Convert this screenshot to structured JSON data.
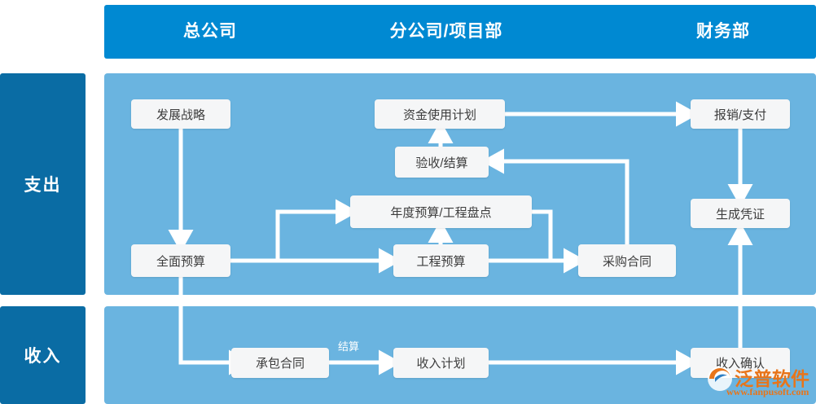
{
  "header": {
    "columns": [
      {
        "label": "总公司"
      },
      {
        "label": "分公司/项目部"
      },
      {
        "label": "财务部"
      }
    ]
  },
  "sidebar": {
    "sections": [
      {
        "label": "支出"
      },
      {
        "label": "收入"
      }
    ]
  },
  "flow": {
    "expense_nodes": [
      {
        "label": "发展战略"
      },
      {
        "label": "资金使用计划"
      },
      {
        "label": "报销/支付"
      },
      {
        "label": "验收/结算"
      },
      {
        "label": "年度预算/工程盘点"
      },
      {
        "label": "生成凭证"
      },
      {
        "label": "全面预算"
      },
      {
        "label": "工程预算"
      },
      {
        "label": "采购合同"
      }
    ],
    "income_nodes": [
      {
        "label": "承包合同"
      },
      {
        "label": "收入计划"
      },
      {
        "label": "收入确认"
      }
    ],
    "edge_labels": [
      {
        "label": "结算"
      }
    ]
  },
  "watermark": {
    "brand": "泛普软件",
    "url": "www.fanpusoft.com"
  },
  "colors": {
    "header_blue": "#0089d2",
    "sidebar_blue": "#0a6ca4",
    "panel_blue": "#6ab4e0",
    "node_bg": "#f5f6f7",
    "arrow_white": "#ffffff",
    "watermark_orange": "#e8751a"
  }
}
